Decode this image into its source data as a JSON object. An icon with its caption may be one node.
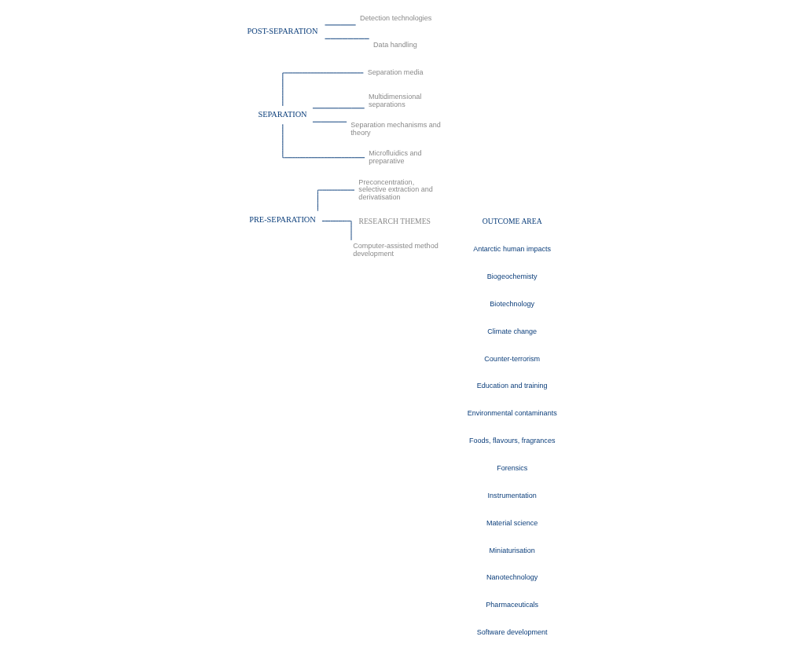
{
  "diagram": {
    "nodes": [
      {
        "text": [
          "PRE-SEPARATION"
        ]
      },
      {
        "text": [
          "Computer-assisted method development"
        ]
      },
      {
        "text": [
          "Preconcentration, selective extraction and derivatisation"
        ]
      },
      {
        "text": [
          "SEPARATION"
        ]
      },
      {
        "text": [
          "Separation media"
        ]
      },
      {
        "text": [
          "Multidimensional separations"
        ]
      },
      {
        "text": [
          "Separation mechanisms and theory"
        ]
      },
      {
        "text": [
          "Microfluidics and preparative"
        ]
      },
      {
        "text": [
          "POST-SEPARATION"
        ]
      },
      {
        "text": [
          "Detection technologies"
        ]
      },
      {
        "text": [
          "Data handling"
        ]
      }
    ],
    "edges": [
      {
        "from": 0,
        "to": 1,
        "arrow": "none"
      },
      {
        "from": 0,
        "to": 2,
        "arrow": "none"
      },
      {
        "from": 3,
        "to": 4,
        "arrow": "none"
      },
      {
        "from": 3,
        "to": 5,
        "arrow": "none"
      },
      {
        "from": 3,
        "to": 6,
        "arrow": "none"
      },
      {
        "from": 3,
        "to": 7,
        "arrow": "none"
      },
      {
        "from": 8,
        "to": 9,
        "arrow": "none"
      },
      {
        "from": 8,
        "to": 10,
        "arrow": "none"
      }
    ],
    "labels": [
      "RESEARCH THEMES",
      "OUTCOME AREA",
      "Antarctic human impacts",
      "Biogeochemisty",
      "Biotechnology",
      "Climate change",
      "Counter-terrorism",
      "Education and training",
      "Environmental contaminants",
      "Foods, flavours, fragrances",
      "Forensics",
      "Instrumentation",
      "Material science",
      "Miniaturisation",
      "Nanotechnology",
      "Pharmaceuticals",
      "Software development"
    ]
  }
}
